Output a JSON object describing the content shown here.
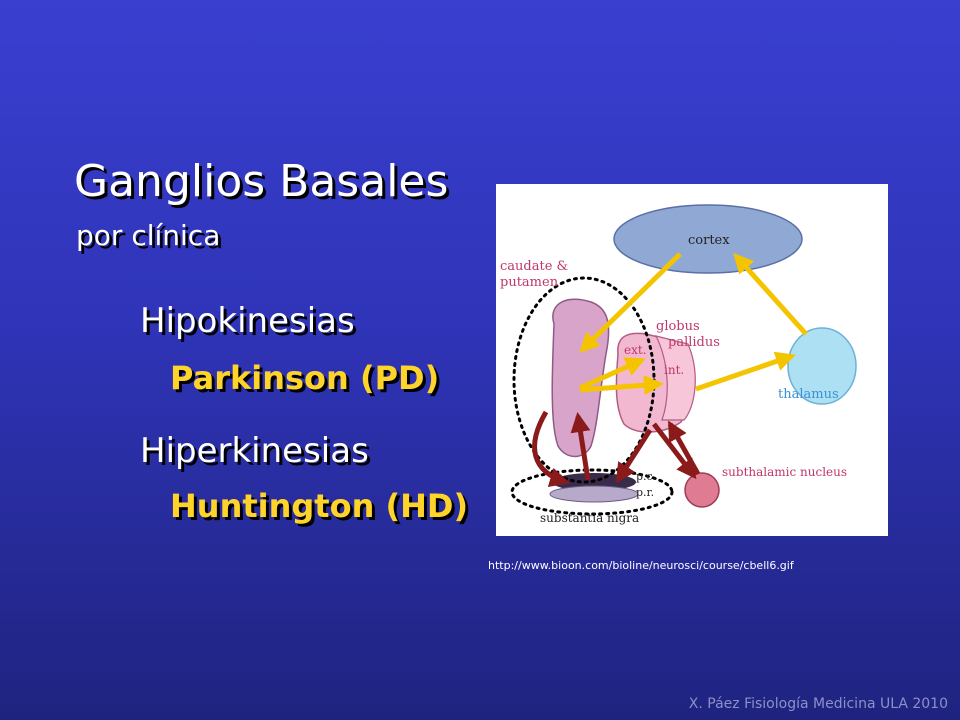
{
  "slide": {
    "title": "Ganglios Basales",
    "subtitle": "por clínica",
    "categories": [
      {
        "label": "Hipokinesias",
        "disease": "Parkinson (PD)"
      },
      {
        "label": "Hiperkinesias",
        "disease": "Huntington (HD)"
      }
    ],
    "source_url": "http://www.bioon.com/bioline/neurosci/course/cbell6.gif",
    "footer": "X. Páez Fisiología Medicina ULA 2010"
  },
  "diagram": {
    "labels": {
      "cortex": "cortex",
      "caudate": "caudate &",
      "putamen": "putamen",
      "globus": "globus",
      "pallidus": "pallidus",
      "ext": "ext.",
      "int": "int.",
      "thalamus": "thalamus",
      "pc": "p.c.",
      "pr": "p.r.",
      "subthalamic": "subthalamic nucleus",
      "nigra": "substantia nigra"
    }
  },
  "colors": {
    "background": "#2f34b8",
    "highlight": "#ffd42a",
    "excitatory_arrow": "#f5c400",
    "inhibitory_arrow": "#8b1a1a",
    "label_pink": "#c0356b",
    "label_blue": "#3a8fd6"
  }
}
